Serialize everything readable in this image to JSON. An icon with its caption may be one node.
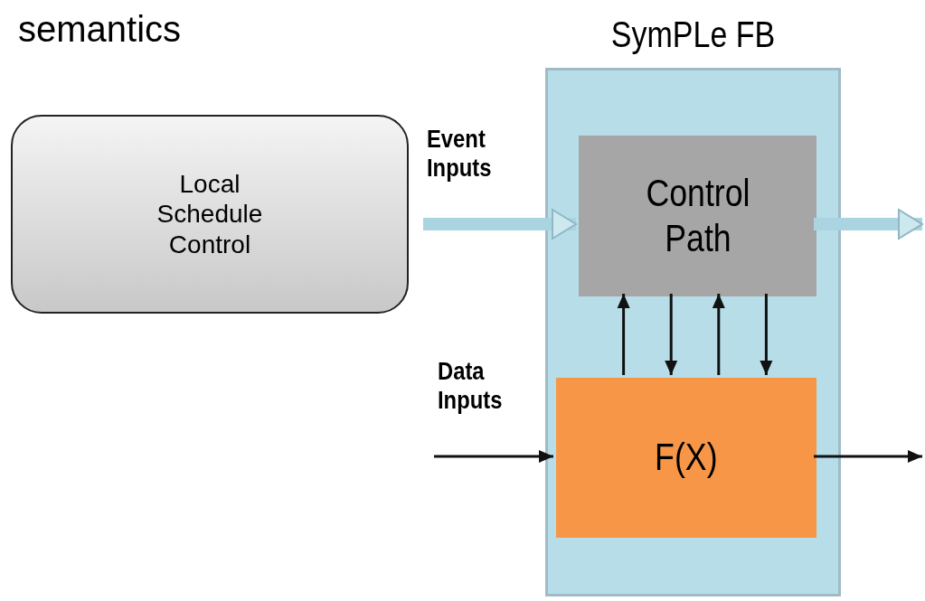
{
  "diagram": {
    "title": "semantics",
    "nodes": [
      {
        "text": [
          "SymPLe FB"
        ]
      },
      {
        "text": [
          "Local Schedule Control"
        ]
      },
      {
        "text": [
          "Control Path"
        ],
        "in": 0
      },
      {
        "text": [
          "F(X)"
        ],
        "in": 0
      }
    ],
    "edges": [
      {
        "from": null,
        "to": 2,
        "arrow": "to",
        "label": "Event Inputs",
        "style": "thick",
        "color": "#a9d4e0"
      },
      {
        "from": 2,
        "to": null,
        "arrow": "to",
        "style": "thick",
        "color": "#a9d4e0"
      },
      {
        "from": 3,
        "to": 2,
        "arrow": "to"
      },
      {
        "from": 2,
        "to": 3,
        "arrow": "to"
      },
      {
        "from": 3,
        "to": 2,
        "arrow": "to"
      },
      {
        "from": 2,
        "to": 3,
        "arrow": "to"
      },
      {
        "from": null,
        "to": 3,
        "arrow": "to",
        "label": "Data Inputs"
      },
      {
        "from": 3,
        "to": null,
        "arrow": "to"
      }
    ]
  }
}
